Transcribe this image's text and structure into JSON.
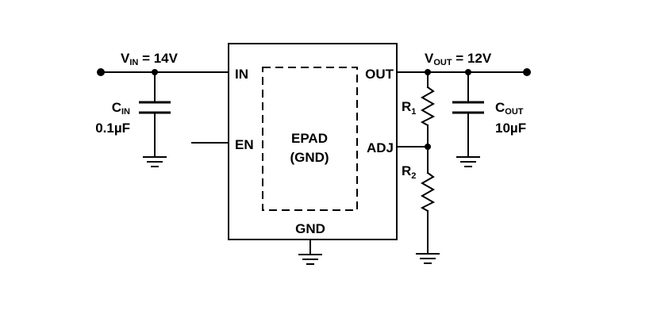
{
  "schematic": {
    "vin_label": "V",
    "vin_sub": "IN",
    "vin_value": " = 14V",
    "vout_label": "V",
    "vout_sub": "OUT",
    "vout_value": " = 12V",
    "cin_label": "C",
    "cin_sub": "IN",
    "cin_value": "0.1µF",
    "cout_label": "C",
    "cout_sub": "OUT",
    "cout_value": "10µF",
    "r1_label": "R",
    "r1_sub": "1",
    "r2_label": "R",
    "r2_sub": "2",
    "pin_in": "IN",
    "pin_en": "EN",
    "pin_out": "OUT",
    "pin_adj": "ADJ",
    "pin_gnd": "GND",
    "epad_line1": "EPAD",
    "epad_line2": "(GND)"
  }
}
